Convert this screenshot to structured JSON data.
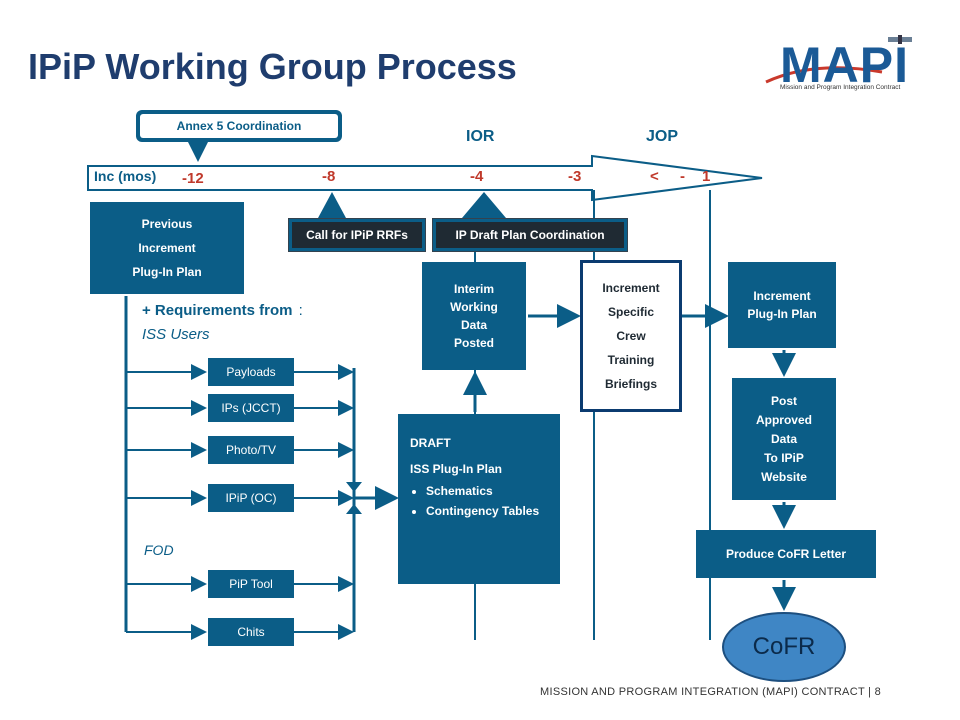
{
  "title": "IPiP Working Group Process",
  "logo": {
    "text": "MAPI",
    "subtitle": "Mission and Program Integration Contract"
  },
  "timeline": {
    "axis_label": "Inc (mos)",
    "ticks": [
      "-12",
      "-8",
      "-4",
      "-3",
      "<",
      "-",
      "1"
    ],
    "phases": [
      "IOR",
      "JOP"
    ]
  },
  "callouts": {
    "annex": "Annex 5 Coordination",
    "rrfs": "Call for IPiP RRFs",
    "draft_coord": "IP Draft Plan Coordination"
  },
  "boxes": {
    "previous": [
      "Previous",
      "Increment",
      "Plug-In Plan"
    ],
    "interim": [
      "Interim",
      "Working",
      "Data",
      "Posted"
    ],
    "training": [
      "Increment",
      "Specific",
      "Crew",
      "Training",
      "Briefings"
    ],
    "increment_plan": [
      "Increment",
      "Plug-In Plan"
    ],
    "post": [
      "Post",
      "Approved",
      "Data",
      "To IPiP",
      "Website"
    ],
    "produce": "Produce CoFR Letter",
    "draft": {
      "line1": "DRAFT",
      "line2": "ISS Plug-In Plan",
      "bullets": [
        "Schematics",
        "Contingency Tables"
      ]
    },
    "cofr": "CoFR"
  },
  "requirements": {
    "heading": "+ Requirements from",
    "colon": ":",
    "iss_users": "ISS Users",
    "fod": "FOD"
  },
  "sources": [
    "Payloads",
    "IPs (JCCT)",
    "Photo/TV",
    "IPiP (OC)",
    "PiP Tool",
    "Chits"
  ],
  "footer": "MISSION AND PROGRAM INTEGRATION (MAPI) CONTRACT  |  8",
  "colors": {
    "box": "#0b5d87",
    "title": "#1f3d6e",
    "cofr": "#3f86c5"
  }
}
